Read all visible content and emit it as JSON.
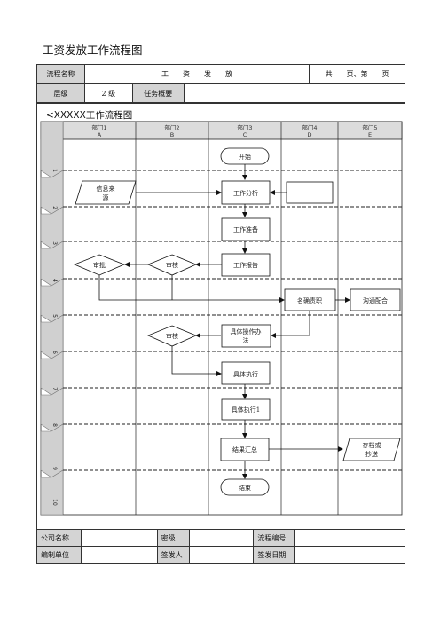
{
  "page": {
    "title": "工资发放工作流程图"
  },
  "header": {
    "row1": {
      "label": "流程名称",
      "value": "工　　资　　发　　放",
      "pages": "共　　页、第　　页"
    },
    "row2": {
      "level_label": "层级",
      "level_value": "2 级",
      "overview_label": "任务概要",
      "overview_value": ""
    }
  },
  "chart": {
    "title": "<XXXXX工作流程图",
    "departments": [
      {
        "name": "部门1",
        "code": "A"
      },
      {
        "name": "部门2",
        "code": "B"
      },
      {
        "name": "部门3",
        "code": "C"
      },
      {
        "name": "部门4",
        "code": "D"
      },
      {
        "name": "部门5",
        "code": "E"
      }
    ],
    "stages": [
      "1",
      "2",
      "3",
      "4",
      "5",
      "6",
      "7",
      "8",
      "9",
      "10"
    ],
    "nodes": {
      "start": "开始",
      "info_source": [
        "信息来",
        "源"
      ],
      "job_analysis": "工作分析",
      "blank_d": "",
      "job_prep": "工作准备",
      "approve_a": "审批",
      "review_b": "审核",
      "job_report": "工作报告",
      "clarify_duty": "名确责职",
      "communicate": "沟通配合",
      "review_b2": "审核",
      "procedure": [
        "具体操作办",
        "法"
      ],
      "execute": "具体执行",
      "execute1": "具体执行1",
      "summary": "结果汇总",
      "archive": [
        "存档或",
        "抄送"
      ],
      "end": "结束"
    }
  },
  "footer": {
    "company_label": "公司名称",
    "company_value": "",
    "secret_label": "密级",
    "secret_value": "",
    "process_no_label": "流程编号",
    "process_no_value": "",
    "unit_label": "编制单位",
    "unit_value": "",
    "signer_label": "签发人",
    "signer_value": "",
    "sign_date_label": "签发日期",
    "sign_date_value": ""
  }
}
